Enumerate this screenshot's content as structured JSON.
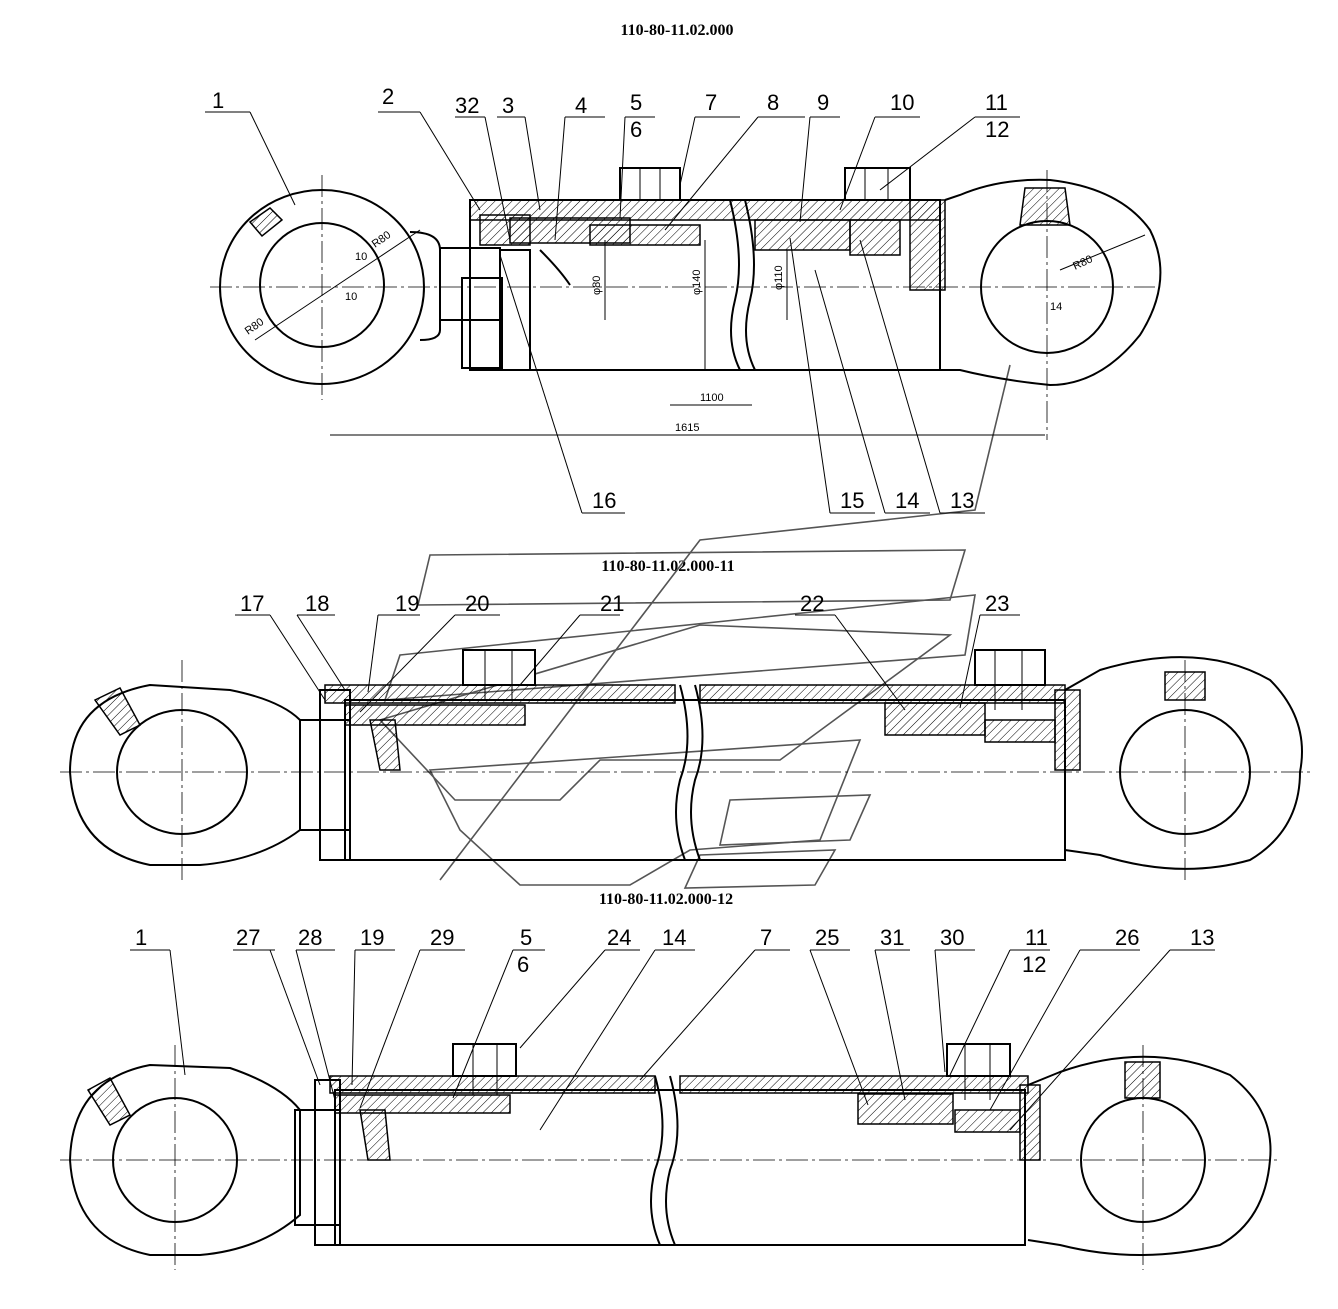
{
  "drawings": [
    {
      "title": "110-80-11.02.000",
      "callouts": [
        "1",
        "2",
        "32",
        "3",
        "4",
        "5",
        "6",
        "7",
        "8",
        "9",
        "10",
        "11",
        "12",
        "16",
        "15",
        "14",
        "13"
      ],
      "dimensions": [
        "R80",
        "R80",
        "R80",
        "10",
        "10",
        "φ80",
        "φ140",
        "φ110",
        "1100",
        "1615",
        "14"
      ]
    },
    {
      "title": "110-80-11.02.000-11",
      "callouts": [
        "17",
        "18",
        "19",
        "20",
        "21",
        "22",
        "23"
      ]
    },
    {
      "title": "110-80-11.02.000-12",
      "callouts": [
        "1",
        "27",
        "28",
        "19",
        "29",
        "5",
        "6",
        "24",
        "14",
        "7",
        "25",
        "31",
        "30",
        "11",
        "12",
        "26",
        "13"
      ]
    }
  ],
  "watermark": "logo"
}
